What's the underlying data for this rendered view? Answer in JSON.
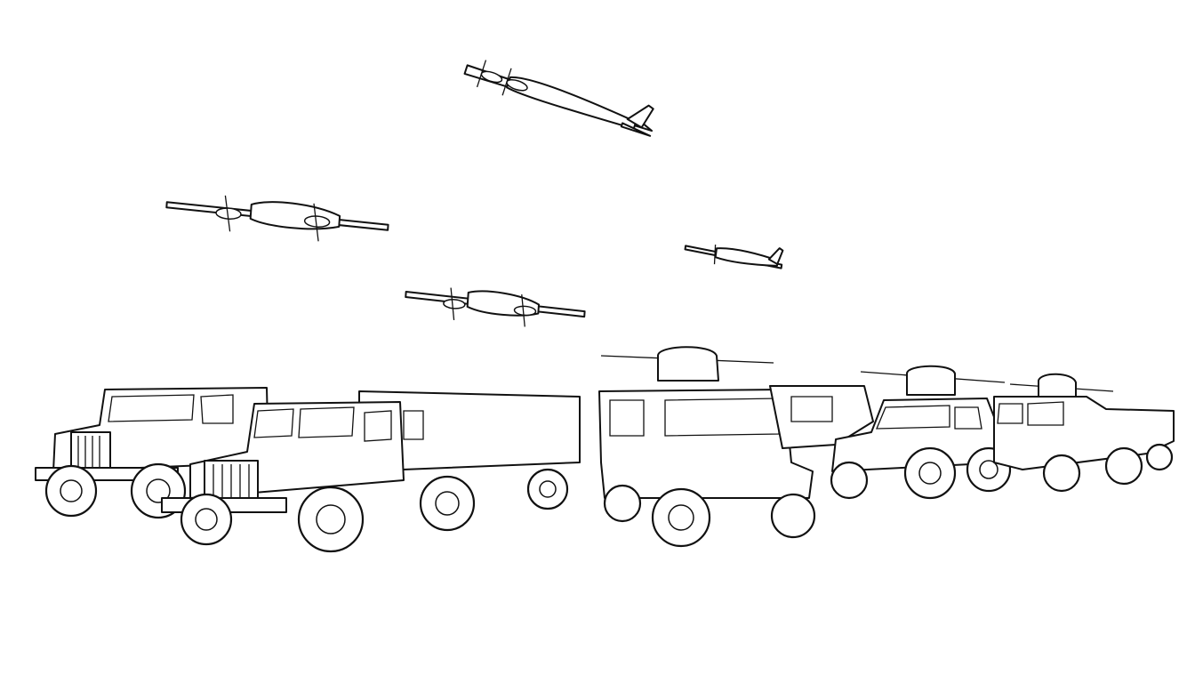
{
  "scene": {
    "style": "line-art coloring page",
    "colors": {
      "background": "#ffffff",
      "stroke": "#111111"
    },
    "aircraft_count": 4,
    "vehicle_count": 6
  }
}
